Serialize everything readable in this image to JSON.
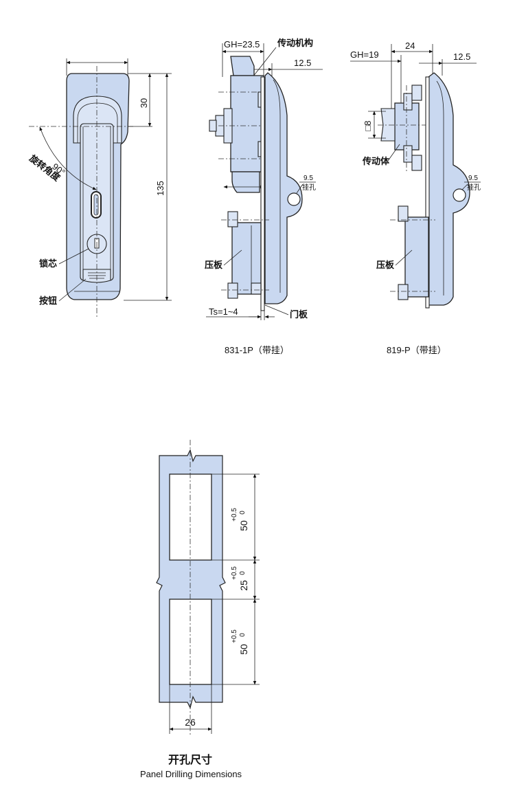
{
  "front_view": {
    "dims": {
      "top_height": "30",
      "total_height": "135"
    },
    "rotation_angle": "90°",
    "labels": {
      "rotation": "旋转角度",
      "lock_core": "锁芯",
      "button": "按钮"
    }
  },
  "view_831": {
    "dims": {
      "gh": "GH=23.5",
      "offset": "12.5",
      "hole": "9.5",
      "ts": "Ts=1~4"
    },
    "labels": {
      "mechanism": "传动机构",
      "hang_hole": "挂孔",
      "press_plate": "压板",
      "door_panel": "门板"
    },
    "caption": "831-1P（带挂）"
  },
  "view_819": {
    "dims": {
      "gh": "GH=19",
      "width": "24",
      "offset": "12.5",
      "square": "□8",
      "hole": "9.5"
    },
    "labels": {
      "drive_body": "传动体",
      "hang_hole": "挂孔",
      "press_plate": "压板"
    },
    "caption": "819-P（带挂）"
  },
  "cutout": {
    "dims": {
      "upper_slot": "50",
      "upper_tol_plus": "+0.5",
      "upper_tol_zero": "0",
      "gap": "25",
      "gap_tol_plus": "+0.5",
      "gap_tol_zero": "0",
      "lower_slot": "50",
      "lower_tol_plus": "+0.5",
      "lower_tol_zero": "0",
      "width": "26"
    },
    "title_cn": "开孔尺寸",
    "title_en": "Panel Drilling Dimensions"
  }
}
